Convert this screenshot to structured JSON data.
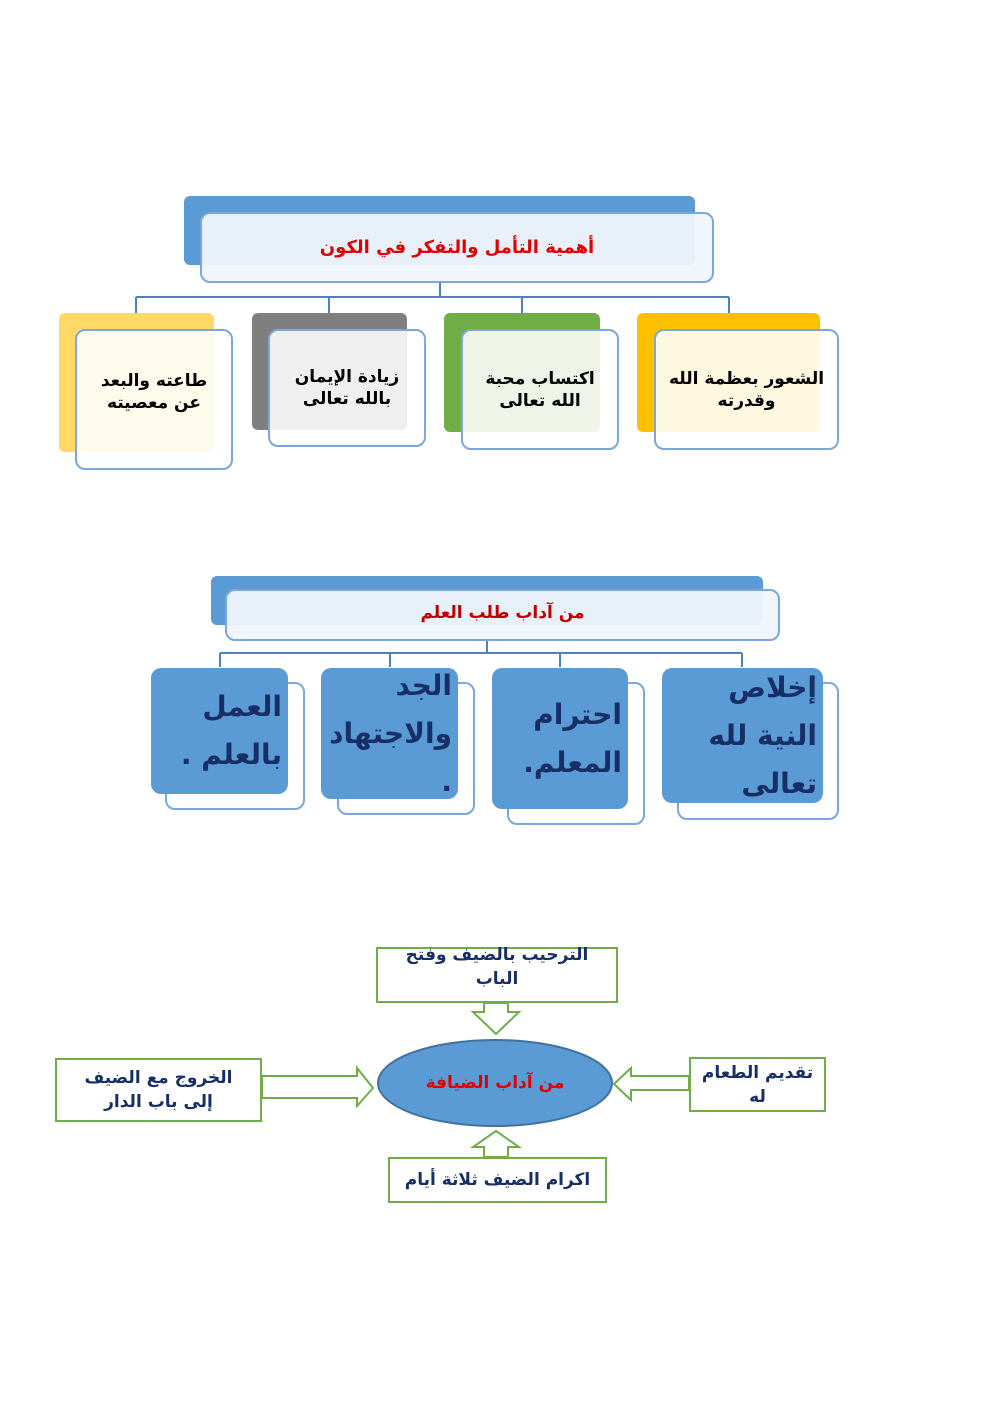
{
  "diagram1": {
    "title": "أهمية   التأمل والتفكر  في الكون",
    "cards": [
      {
        "text": "الشعور  بعظمة الله وقدرته",
        "color": "#ffc000"
      },
      {
        "text": "اكتساب  محبة الله تعالى",
        "color": "#70ad47"
      },
      {
        "text": "زيادة الإيمان بالله تعالى",
        "color": "#7f7f7f"
      },
      {
        "text": "طاعته والبعد عن معصيته",
        "color": "#ffd966"
      }
    ]
  },
  "diagram2": {
    "title": "من  آداب   طلب العلم",
    "cards": [
      {
        "text": "إخلاص النية لله تعالى"
      },
      {
        "text": "احترام المعلم."
      },
      {
        "text": "الجد والاجتهاد ."
      },
      {
        "text": "العمل بالعلم ."
      }
    ]
  },
  "diagram3": {
    "center": "من آداب الضيافة",
    "top": "الترحيب بالضيف وفتح الباب",
    "right": "تقديم الطعام له",
    "bottom": "اكرام الضيف ثلاثة أيام",
    "left": "الخروج مع الضيف إلى باب الدار"
  },
  "colors": {
    "accent_blue": "#5b9bd5",
    "title_red": "#e00000",
    "box_green": "#70ad47",
    "text_navy": "#172f66"
  }
}
